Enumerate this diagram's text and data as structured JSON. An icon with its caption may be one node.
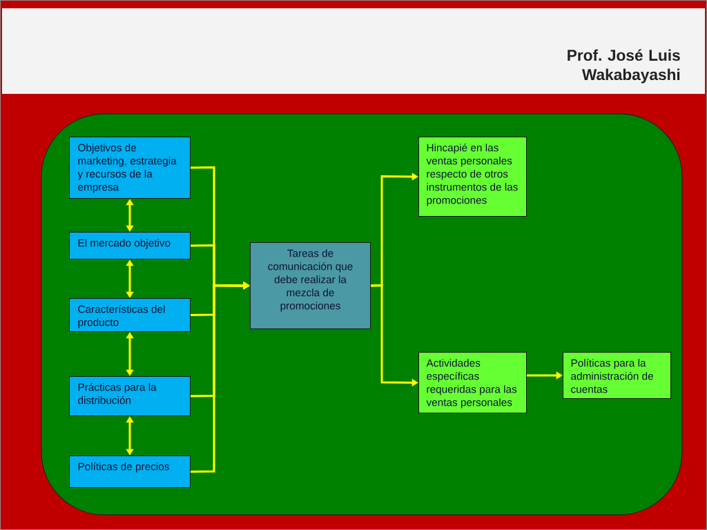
{
  "diagram": {
    "nodes": [
      {
        "text": [
          "Objetivos de marketing, estrategia y recursos de la empresa"
        ]
      },
      {
        "text": [
          "El mercado objetivo"
        ]
      },
      {
        "text": [
          "Características del producto"
        ]
      },
      {
        "text": [
          "Prácticas para la distribución"
        ]
      },
      {
        "text": [
          "Políticas de precios"
        ]
      },
      {
        "text": [
          "Tareas de comunicación que debe realizar la mezcla de promociones"
        ]
      },
      {
        "text": [
          "Hincapié en las ventas personales respecto de otros instrumentos de las promociones"
        ]
      },
      {
        "text": [
          "Actividades específicas requeridas para las ventas personales"
        ]
      },
      {
        "text": [
          "Políticas para la administración de cuentas"
        ]
      }
    ],
    "edges": [
      {
        "from": 0,
        "to": 1,
        "arrow": "both"
      },
      {
        "from": 1,
        "to": 2,
        "arrow": "both"
      },
      {
        "from": 2,
        "to": 3,
        "arrow": "both"
      },
      {
        "from": 3,
        "to": 4,
        "arrow": "both"
      },
      {
        "from": 0,
        "to": 5,
        "arrow": "to"
      },
      {
        "from": 1,
        "to": 5,
        "arrow": "to"
      },
      {
        "from": 2,
        "to": 5,
        "arrow": "to"
      },
      {
        "from": 3,
        "to": 5,
        "arrow": "to"
      },
      {
        "from": 4,
        "to": 5,
        "arrow": "to"
      },
      {
        "from": 5,
        "to": 6,
        "arrow": "to"
      },
      {
        "from": 5,
        "to": 7,
        "arrow": "to"
      },
      {
        "from": 7,
        "to": 8,
        "arrow": "to"
      }
    ],
    "labels": [
      "Prof. José Luis Wakabayashi"
    ]
  }
}
